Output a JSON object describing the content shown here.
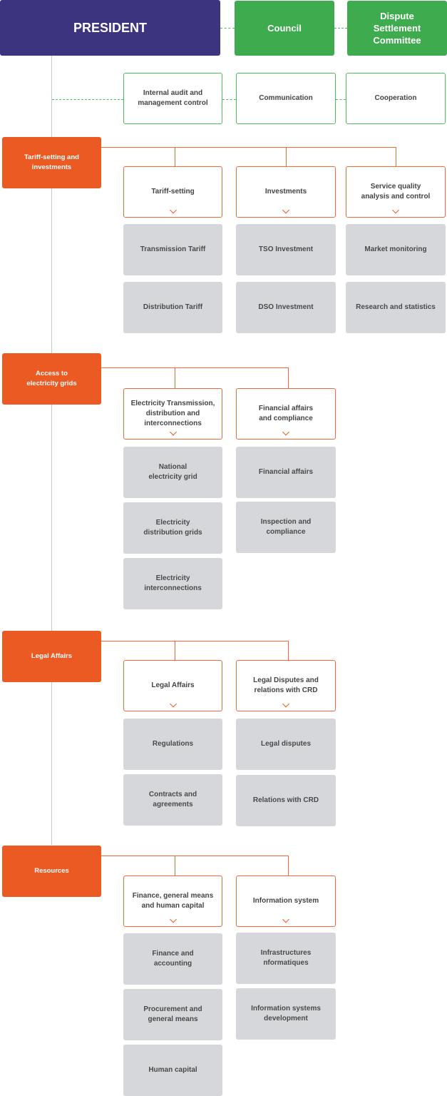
{
  "top": {
    "president": "PRESIDENT",
    "council": "Council",
    "dispute": "Dispute\nSettlement\nCommittee"
  },
  "support": {
    "internal_audit": "Internal audit and\nmanagement control",
    "communication": "Communication",
    "cooperation": "Cooperation"
  },
  "tariff": {
    "label": "Tariff-setting and\ninvestments",
    "units": {
      "tariff_setting": "Tariff-setting",
      "investments": "Investments",
      "service_quality": "Service quality\nanalysis and control"
    },
    "items": {
      "transmission_tariff": "Transmission Tariff",
      "distribution_tariff": "Distribution Tariff",
      "tso_investment": "TSO Investment",
      "dso_investment": "DSO Investment",
      "market_monitoring": "Market monitoring",
      "research": "Research and statistics"
    }
  },
  "access": {
    "label": "Access to\nelectricity grids",
    "units": {
      "transmission": "Electricity Transmission,\ndistribution and\ninterconnections",
      "financial": "Financial affairs\nand compliance"
    },
    "items": {
      "national_grid": "National\nelectricity grid",
      "distribution_grids": "Electricity\ndistribution grids",
      "interconnections": "Electricity\ninterconnections",
      "financial_affairs": "Financial affairs",
      "inspection": "Inspection and\ncompliance"
    }
  },
  "legal": {
    "label": "Legal Affairs",
    "units": {
      "legal_affairs": "Legal Affairs",
      "legal_disputes": "Legal Disputes and\nrelations with CRD"
    },
    "items": {
      "regulations": "Regulations",
      "contracts": "Contracts and\nagreements",
      "legal_disputes": "Legal disputes",
      "relations_crd": "Relations with CRD"
    }
  },
  "resources": {
    "label": "Resources",
    "units": {
      "finance": "Finance, general means\nand human capital",
      "info_system": "Information system"
    },
    "items": {
      "finance_accounting": "Finance and\naccounting",
      "procurement": "Procurement and\ngeneral means",
      "human_capital": "Human capital",
      "infrastructures": "Infrastructures\nnformatiques",
      "is_development": "Information systems\ndevelopment"
    }
  }
}
